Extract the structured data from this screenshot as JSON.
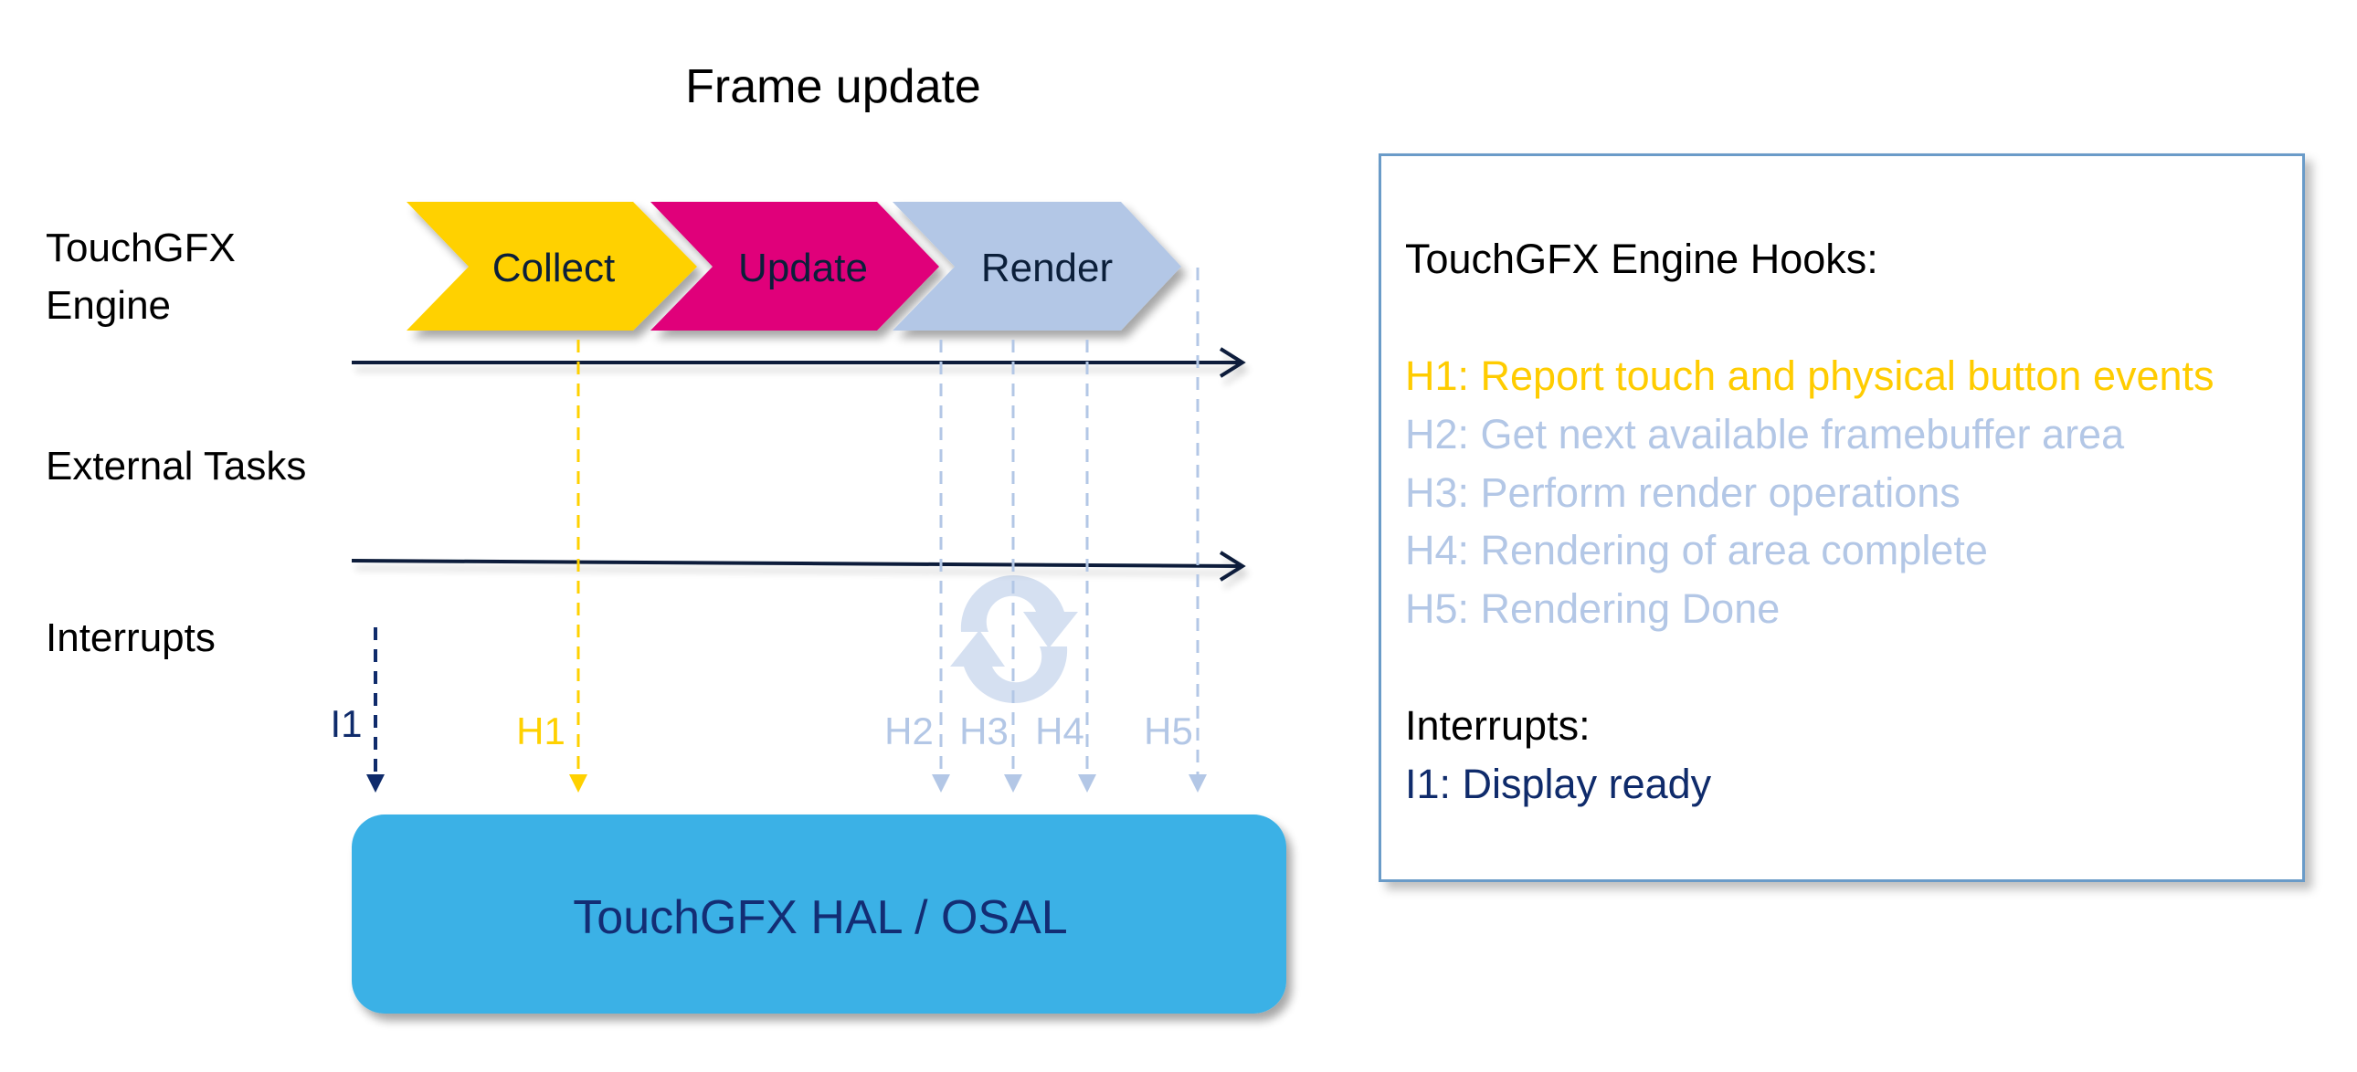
{
  "title": "Frame update",
  "lanes": [
    {
      "label_lines": [
        "TouchGFX",
        "Engine"
      ]
    },
    {
      "label_lines": [
        "External Tasks"
      ]
    },
    {
      "label_lines": [
        "Interrupts"
      ]
    }
  ],
  "phases": [
    {
      "label": "Collect",
      "color": "#FFD100"
    },
    {
      "label": "Update",
      "color": "#E0007A"
    },
    {
      "label": "Render",
      "color": "#B3C7E6"
    }
  ],
  "markers": [
    {
      "label": "I1",
      "color": "#0F2B6B"
    },
    {
      "label": "H1",
      "color": "#FFD100"
    },
    {
      "label": "H2",
      "color": "#B3C7E6"
    },
    {
      "label": "H3",
      "color": "#B3C7E6"
    },
    {
      "label": "H4",
      "color": "#B3C7E6"
    },
    {
      "label": "H5",
      "color": "#B3C7E6"
    }
  ],
  "hal": {
    "label": "TouchGFX HAL / OSAL",
    "color": "#3BB1E6"
  },
  "icons": {
    "loop": "refresh-icon"
  },
  "colors": {
    "axis": "#0B1F3A",
    "hook_active": "#FFCC00",
    "hook_inactive": "#B3C7E6",
    "interrupt": "#0F2B6B",
    "legend_border": "#6A9BC8"
  },
  "legend": {
    "hooks_heading": "TouchGFX Engine Hooks:",
    "hooks": [
      {
        "text": "H1: Report touch and physical button events",
        "state": "active"
      },
      {
        "text": "H2: Get next available framebuffer area",
        "state": "inactive"
      },
      {
        "text": "H3: Perform render operations",
        "state": "inactive"
      },
      {
        "text": "H4: Rendering of area complete",
        "state": "inactive"
      },
      {
        "text": "H5: Rendering Done",
        "state": "inactive"
      }
    ],
    "interrupts_heading": "Interrupts:",
    "interrupts": [
      {
        "text": "I1: Display ready"
      }
    ]
  }
}
